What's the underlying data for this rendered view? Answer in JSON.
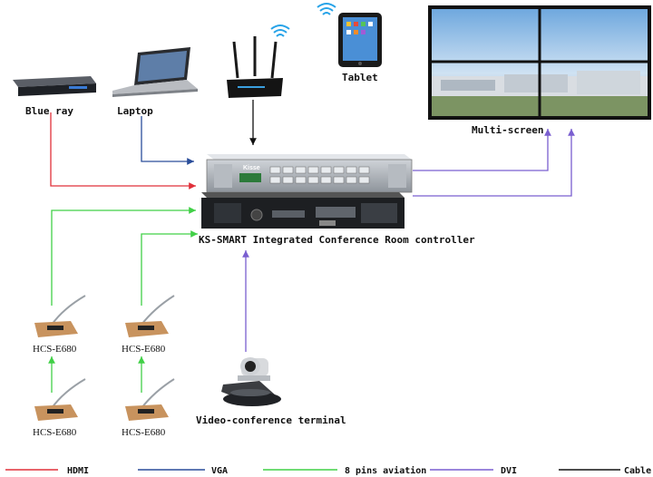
{
  "colors": {
    "hdmi": "#e0303a",
    "vga": "#2a4d9a",
    "aviation": "#41d047",
    "dvi": "#7a5fd0",
    "cable": "#111111"
  },
  "devices": {
    "blueray": "Blue ray",
    "laptop": "Laptop",
    "tablet": "Tablet",
    "multiscreen": "Multi-screen",
    "controller": "KS-SMART Integrated Conference Room controller",
    "videoconf": "Video-conference terminal",
    "mic1": "HCS-E680",
    "mic2": "HCS-E680",
    "mic3": "HCS-E680",
    "mic4": "HCS-E680",
    "controller_brand": "Kisse"
  },
  "legend": [
    {
      "key": "hdmi",
      "label": "HDMI"
    },
    {
      "key": "vga",
      "label": "VGA"
    },
    {
      "key": "aviation",
      "label": "8 pins aviation"
    },
    {
      "key": "dvi",
      "label": "DVI"
    },
    {
      "key": "cable",
      "label": "Cable"
    }
  ]
}
